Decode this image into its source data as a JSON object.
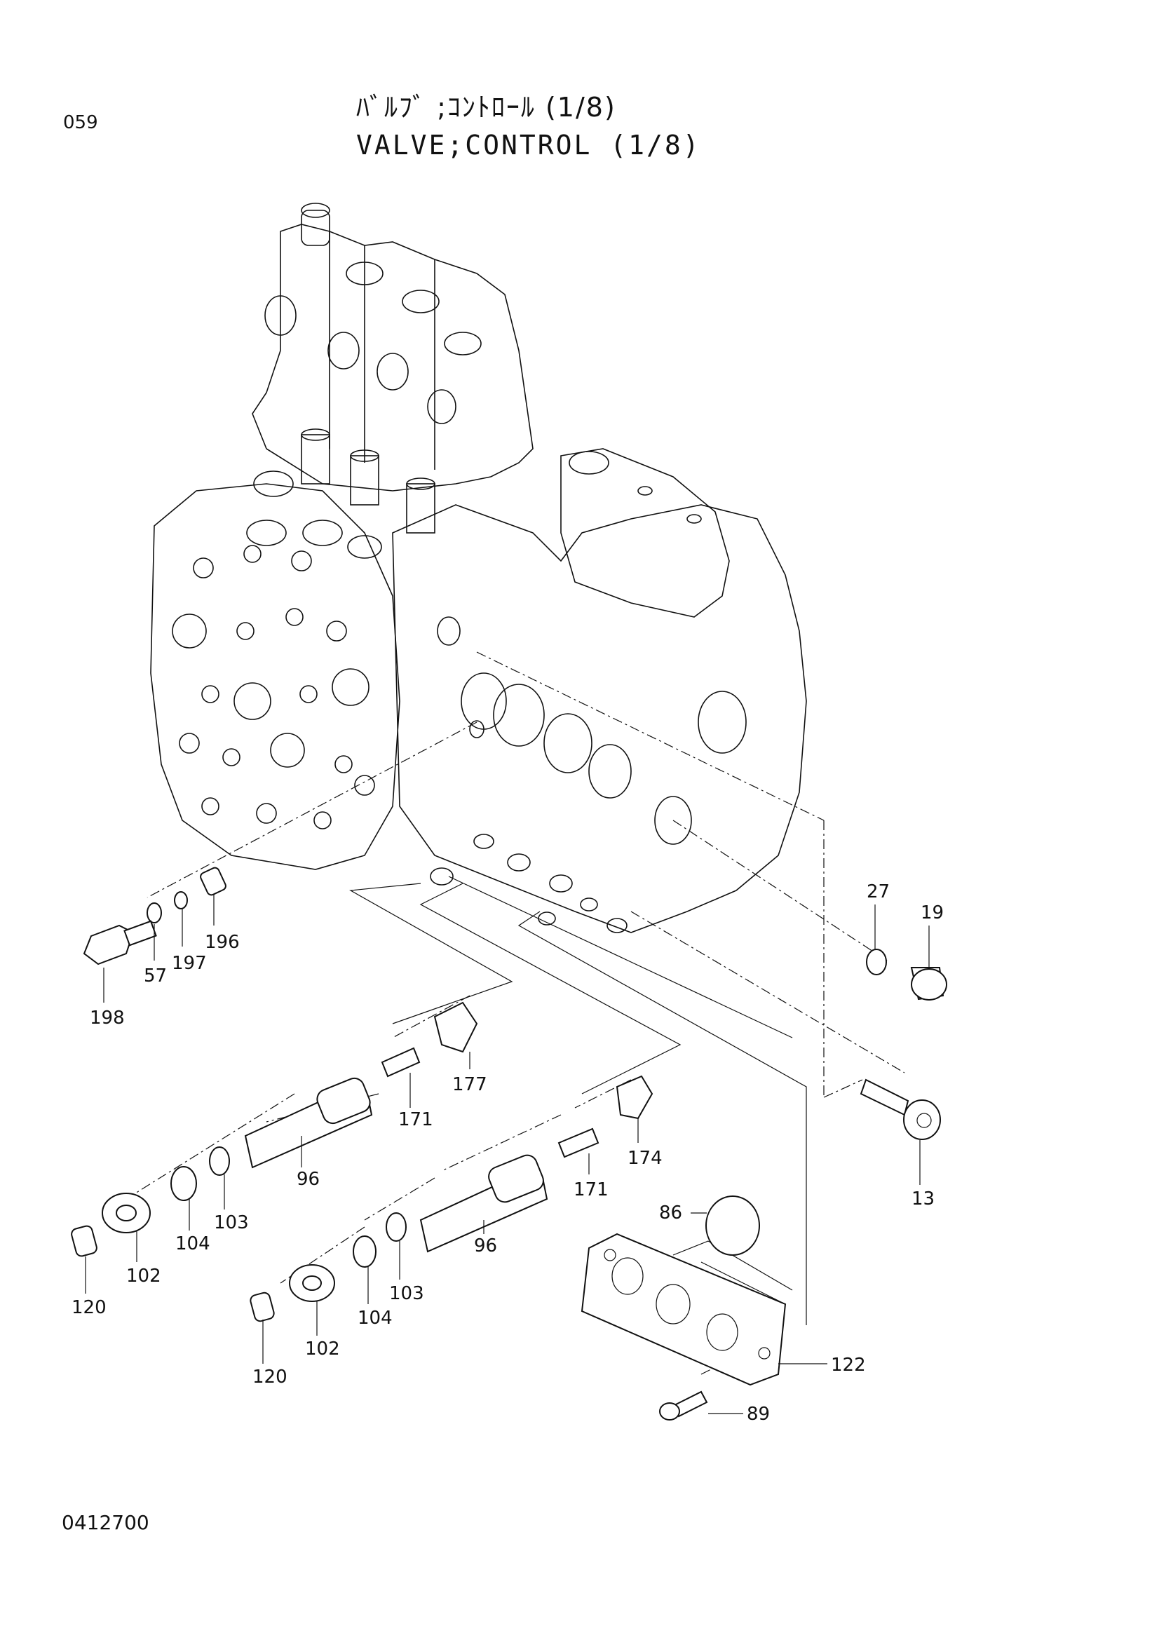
{
  "page": {
    "page_no": "059",
    "title_jp": "ﾊﾞﾙﾌﾞ ;ｺﾝﾄﾛｰﾙ (1/8)",
    "title_en": "VALVE;CONTROL (1/8)",
    "doc_no": "0412700"
  },
  "callouts": {
    "c27": "27",
    "c19": "19",
    "c13": "13",
    "c198": "198",
    "c57": "57",
    "c197": "197",
    "c196": "196",
    "c177": "177",
    "c171a": "171",
    "c96a": "96",
    "c103a": "103",
    "c104a": "104",
    "c102a": "102",
    "c120a": "120",
    "c174": "174",
    "c171b": "171",
    "c96b": "96",
    "c103b": "103",
    "c104b": "104",
    "c102b": "102",
    "c120b": "120",
    "c86": "86",
    "c122": "122",
    "c89": "89"
  }
}
